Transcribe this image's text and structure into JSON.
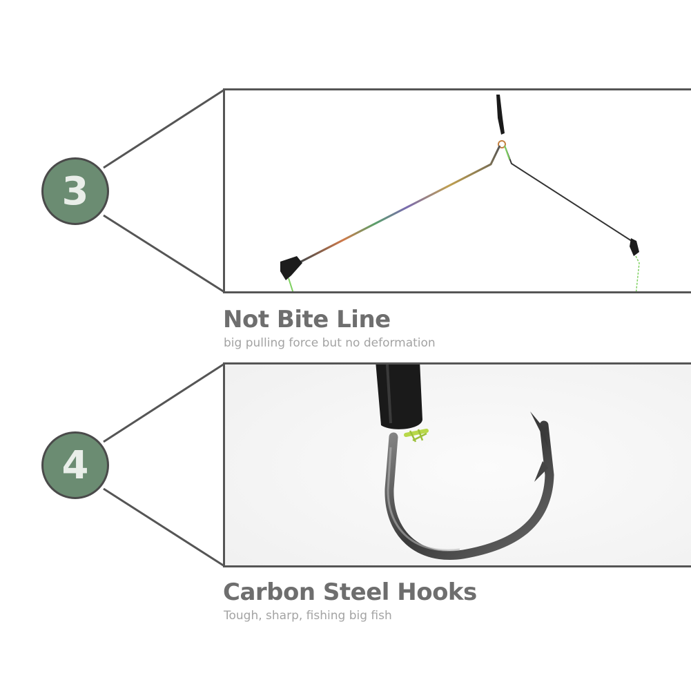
{
  "sections": [
    {
      "number": "3",
      "title": "Not Bite Line",
      "subtitle": "big pulling force but no deformation",
      "image": "wire-spreader-rig"
    },
    {
      "number": "4",
      "title": "Carbon Steel Hooks",
      "subtitle": "Tough, sharp, fishing big fish",
      "image": "carbon-steel-hook"
    }
  ],
  "colors": {
    "badge_fill": "#6b8c72",
    "frame": "#555555",
    "title": "#6e6e6e",
    "subtitle": "#a3a3a3"
  }
}
